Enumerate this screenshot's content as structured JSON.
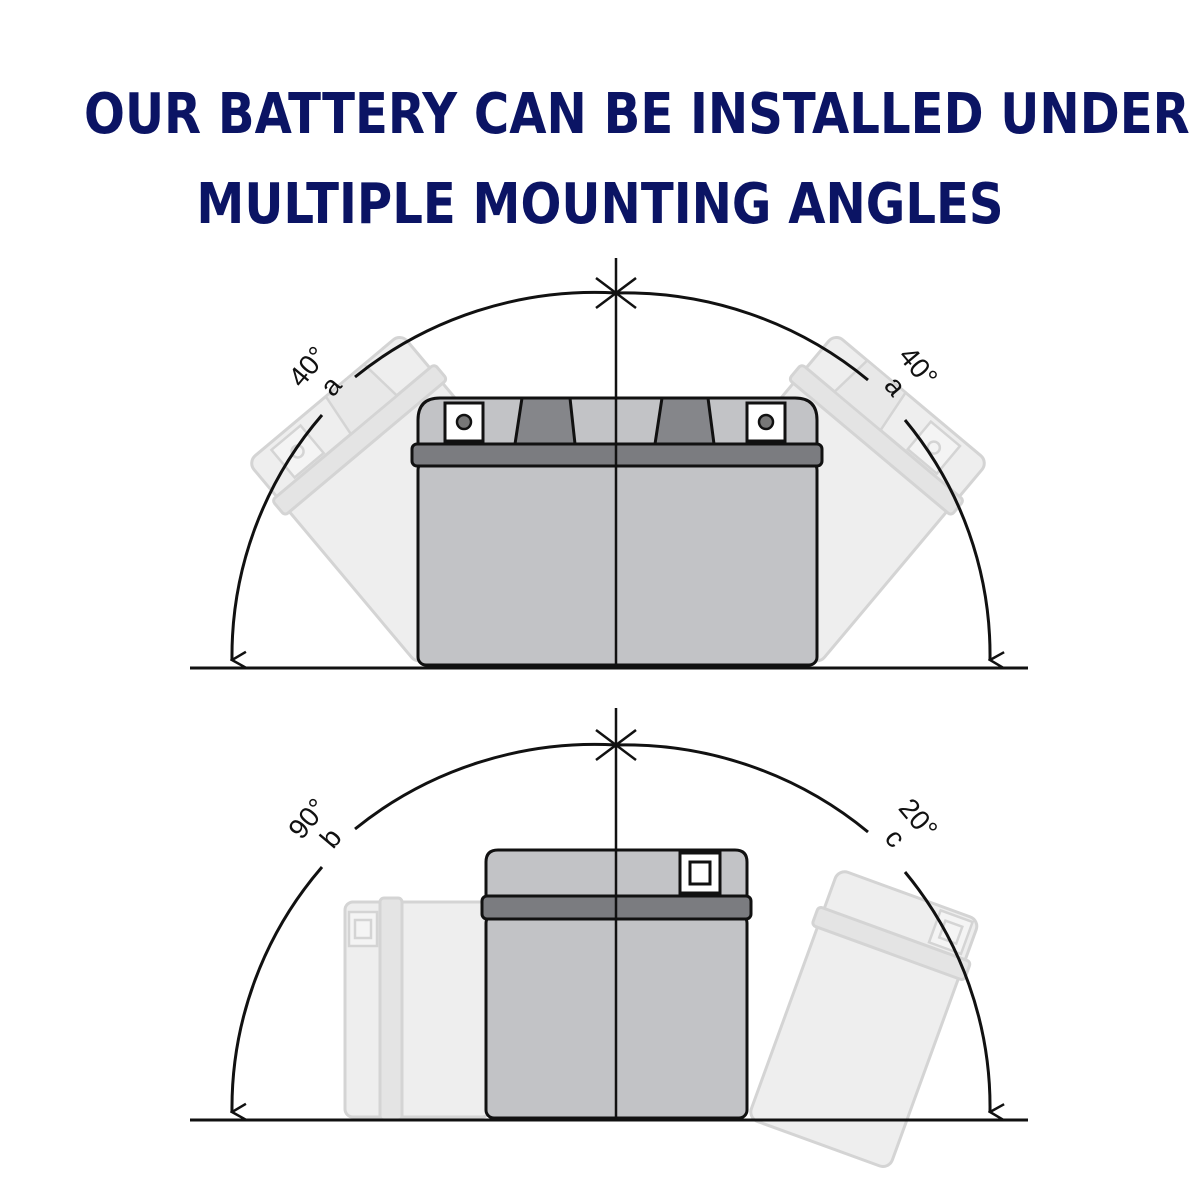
{
  "title": {
    "line1": "OUR BATTERY CAN BE INSTALLED UNDER",
    "line2": "MULTIPLE MOUNTING ANGLES"
  },
  "colors": {
    "title": "#0b1464",
    "battery_body": "#c2c3c6",
    "battery_band": "#7b7c80",
    "ghost_body": "#eeeeee",
    "ghost_stroke": "#d2d2d2",
    "line": "#111111"
  },
  "diagram_top": {
    "left_angle": {
      "letter": "a",
      "degrees": "40°",
      "value": 40
    },
    "right_angle": {
      "letter": "a",
      "degrees": "40°",
      "value": 40
    }
  },
  "diagram_bottom": {
    "left_angle": {
      "letter": "b",
      "degrees": "90°",
      "value": 90
    },
    "right_angle": {
      "letter": "c",
      "degrees": "20°",
      "value": 20
    }
  }
}
